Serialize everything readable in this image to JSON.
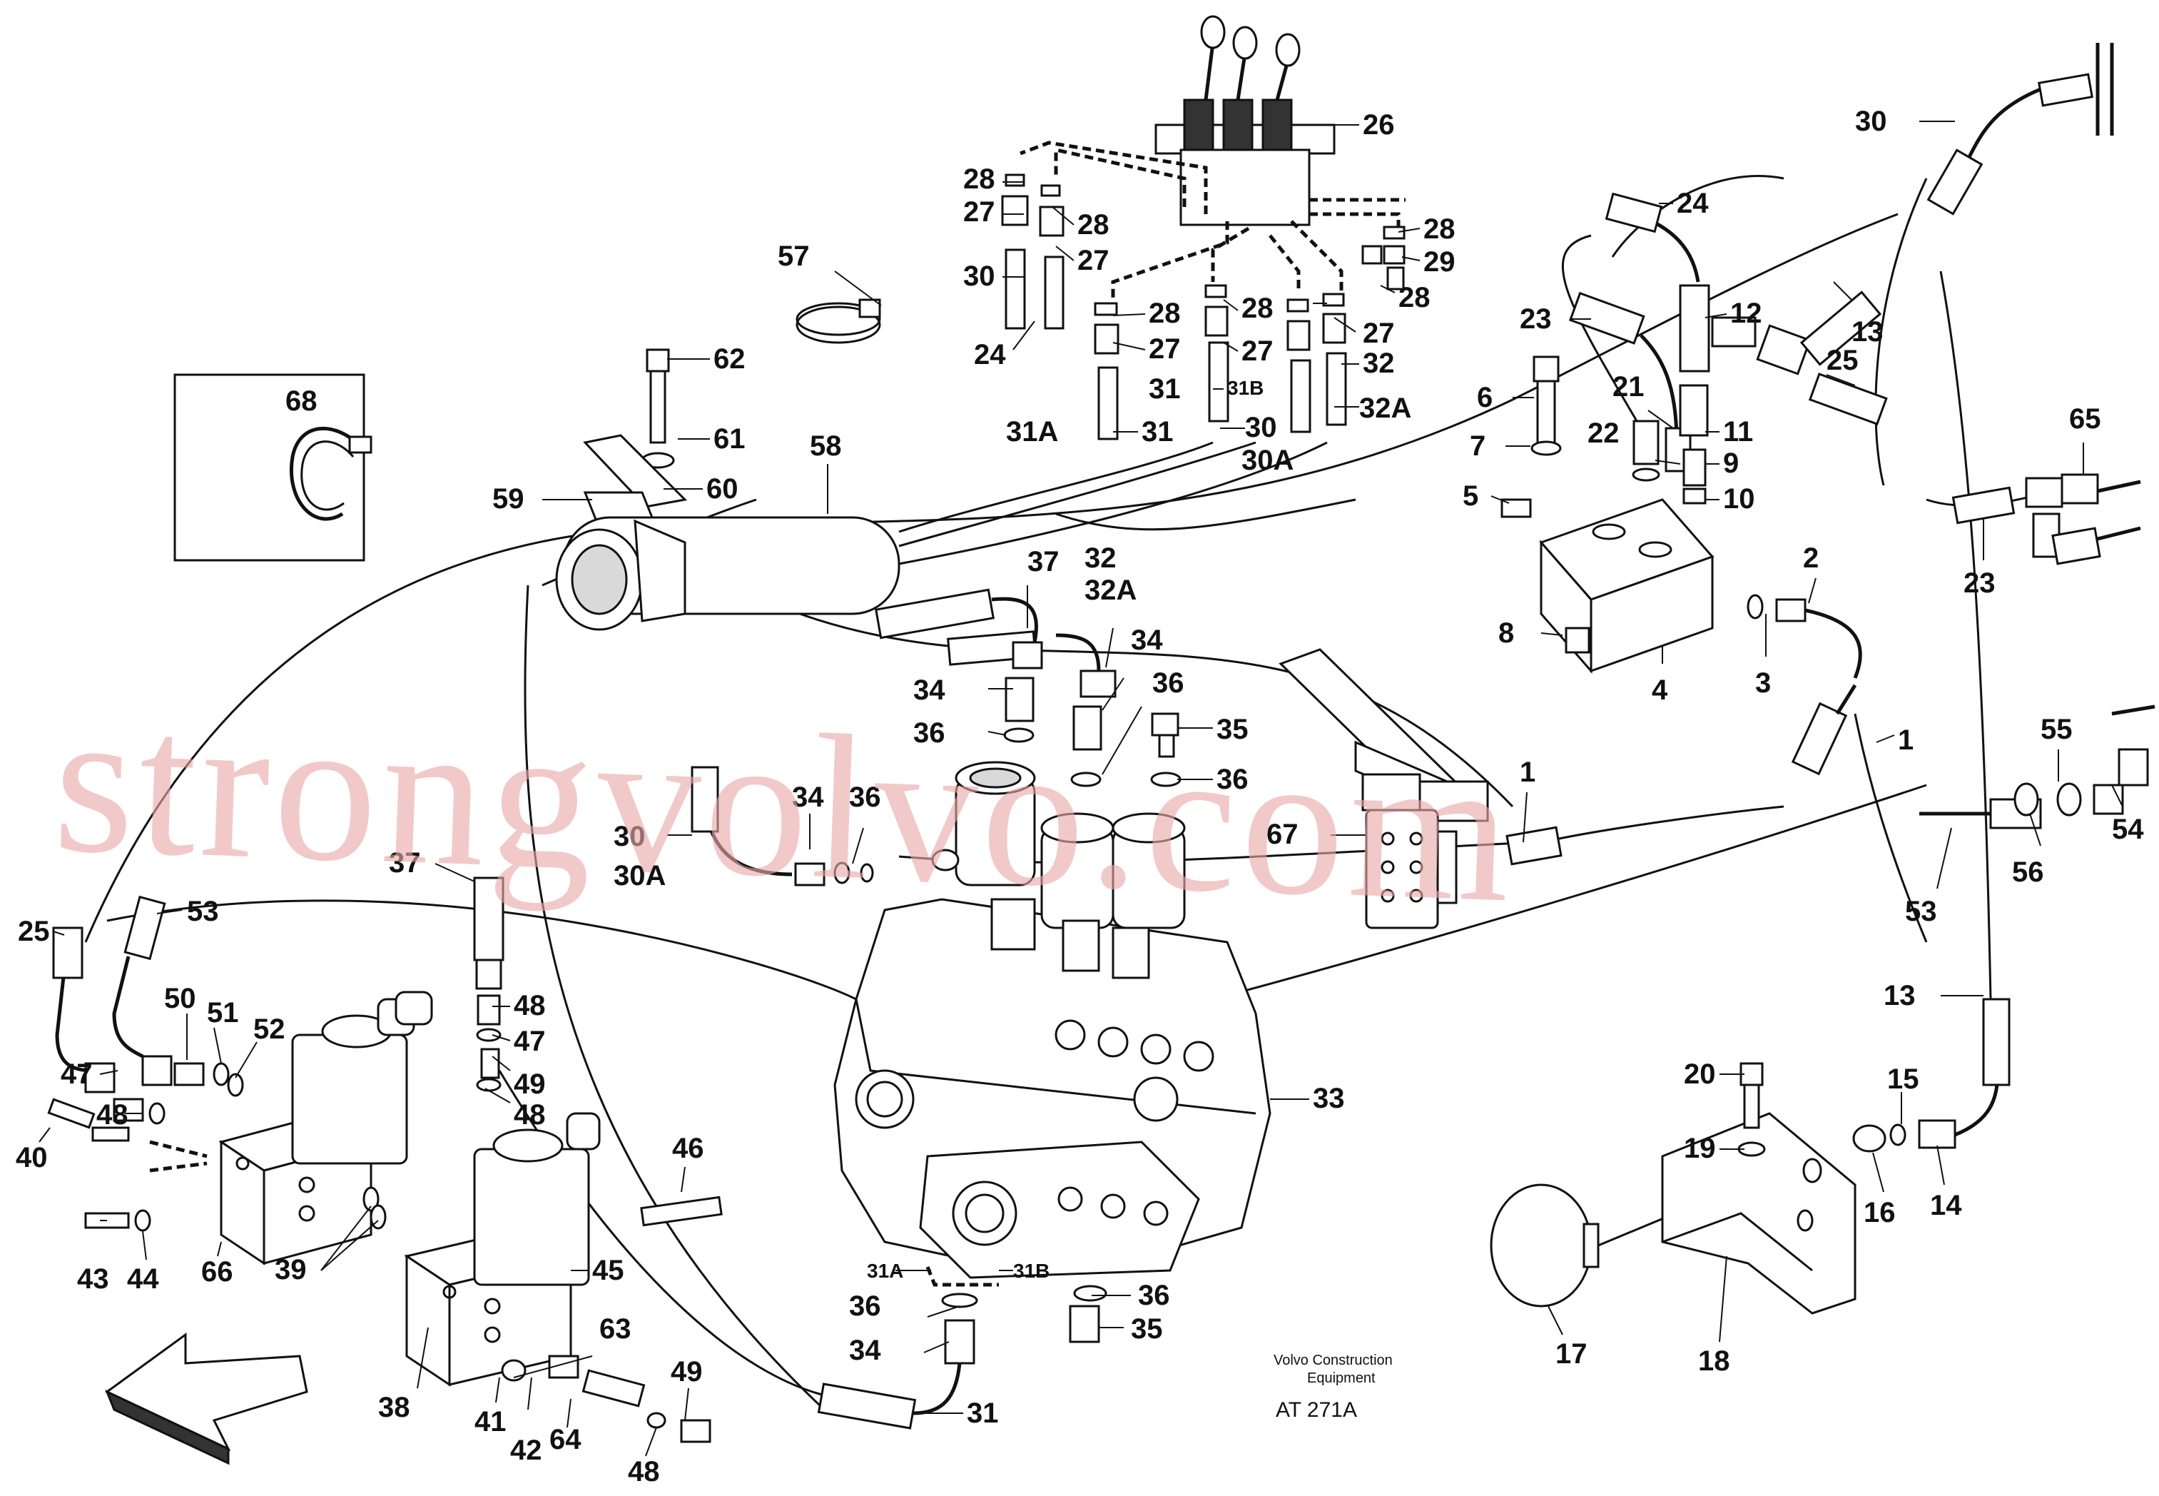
{
  "watermark": "strongvolvo.com",
  "caption": {
    "line1": "Volvo Construction",
    "line2": "Equipment",
    "code": "AT 271A"
  },
  "callouts": [
    {
      "text": "26"
    },
    {
      "text": "28"
    },
    {
      "text": "28"
    },
    {
      "text": "28"
    },
    {
      "text": "29"
    },
    {
      "text": "28"
    },
    {
      "text": "27"
    },
    {
      "text": "27"
    },
    {
      "text": "30"
    },
    {
      "text": "24"
    },
    {
      "text": "28"
    },
    {
      "text": "28"
    },
    {
      "text": "27"
    },
    {
      "text": "27"
    },
    {
      "text": "27"
    },
    {
      "text": "31"
    },
    {
      "text": "31B"
    },
    {
      "text": "32"
    },
    {
      "text": "31A"
    },
    {
      "text": "31"
    },
    {
      "text": "30"
    },
    {
      "text": "32A"
    },
    {
      "text": "30A"
    },
    {
      "text": "57"
    },
    {
      "text": "62"
    },
    {
      "text": "68"
    },
    {
      "text": "61"
    },
    {
      "text": "58"
    },
    {
      "text": "60"
    },
    {
      "text": "59"
    },
    {
      "text": "30"
    },
    {
      "text": "24"
    },
    {
      "text": "12"
    },
    {
      "text": "13"
    },
    {
      "text": "23"
    },
    {
      "text": "25"
    },
    {
      "text": "21"
    },
    {
      "text": "6"
    },
    {
      "text": "22"
    },
    {
      "text": "11"
    },
    {
      "text": "7"
    },
    {
      "text": "9"
    },
    {
      "text": "5"
    },
    {
      "text": "10"
    },
    {
      "text": "65"
    },
    {
      "text": "23"
    },
    {
      "text": "2"
    },
    {
      "text": "8"
    },
    {
      "text": "3"
    },
    {
      "text": "4"
    },
    {
      "text": "1"
    },
    {
      "text": "37"
    },
    {
      "text": "32"
    },
    {
      "text": "32A"
    },
    {
      "text": "34"
    },
    {
      "text": "34"
    },
    {
      "text": "36"
    },
    {
      "text": "36"
    },
    {
      "text": "35"
    },
    {
      "text": "36"
    },
    {
      "text": "1"
    },
    {
      "text": "55"
    },
    {
      "text": "67"
    },
    {
      "text": "34"
    },
    {
      "text": "36"
    },
    {
      "text": "54"
    },
    {
      "text": "56"
    },
    {
      "text": "53"
    },
    {
      "text": "30"
    },
    {
      "text": "30A"
    },
    {
      "text": "37"
    },
    {
      "text": "25"
    },
    {
      "text": "53"
    },
    {
      "text": "47"
    },
    {
      "text": "50"
    },
    {
      "text": "51"
    },
    {
      "text": "52"
    },
    {
      "text": "48"
    },
    {
      "text": "49"
    },
    {
      "text": "48"
    },
    {
      "text": "47"
    },
    {
      "text": "48"
    },
    {
      "text": "40"
    },
    {
      "text": "13"
    },
    {
      "text": "33"
    },
    {
      "text": "20"
    },
    {
      "text": "15"
    },
    {
      "text": "19"
    },
    {
      "text": "46"
    },
    {
      "text": "14"
    },
    {
      "text": "16"
    },
    {
      "text": "43"
    },
    {
      "text": "44"
    },
    {
      "text": "66"
    },
    {
      "text": "39"
    },
    {
      "text": "45"
    },
    {
      "text": "31A"
    },
    {
      "text": "31B"
    },
    {
      "text": "36"
    },
    {
      "text": "36"
    },
    {
      "text": "17"
    },
    {
      "text": "18"
    },
    {
      "text": "63"
    },
    {
      "text": "34"
    },
    {
      "text": "35"
    },
    {
      "text": "49"
    },
    {
      "text": "38"
    },
    {
      "text": "41"
    },
    {
      "text": "42"
    },
    {
      "text": "64"
    },
    {
      "text": "31"
    },
    {
      "text": "48"
    }
  ]
}
